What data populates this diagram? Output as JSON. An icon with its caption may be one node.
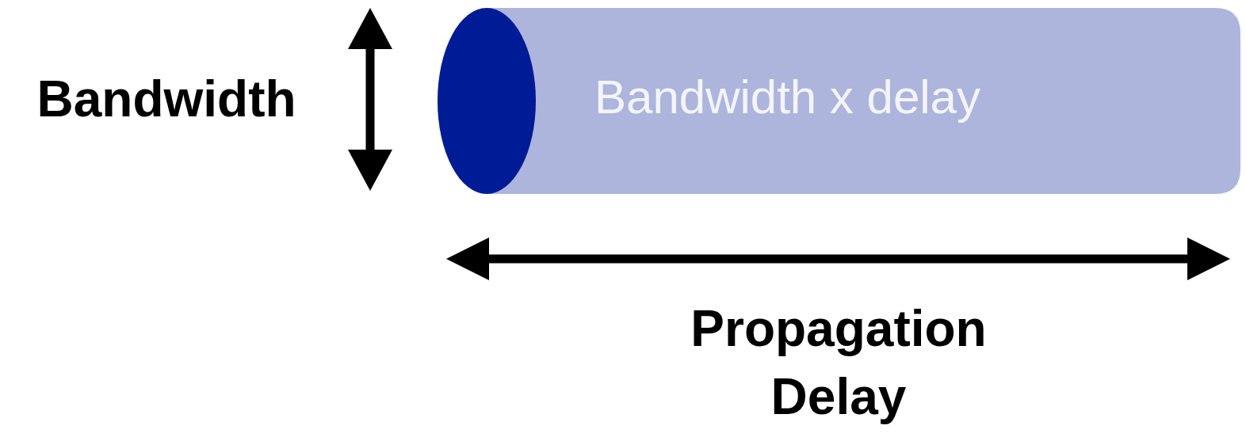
{
  "diagram": {
    "nodes": [
      {
        "text": [
          "Bandwidth x delay"
        ]
      }
    ],
    "labels": [
      "Bandwidth",
      "Propagation Delay"
    ]
  }
}
